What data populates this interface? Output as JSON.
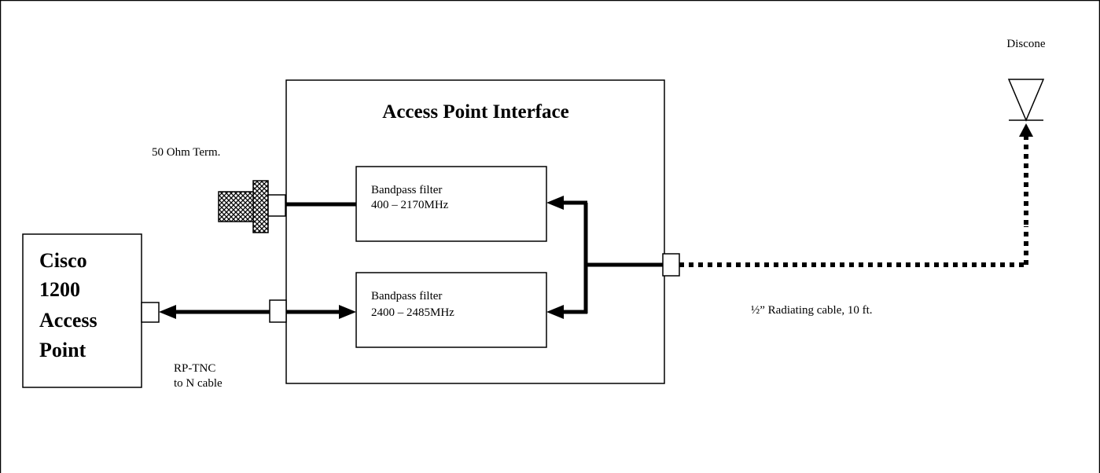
{
  "diagram": {
    "interface_title": "Access Point Interface",
    "filter_low": {
      "line1": "Bandpass filter",
      "line2": "400 – 2170MHz"
    },
    "filter_high": {
      "line1": "Bandpass filter",
      "line2": "2400 – 2485MHz"
    },
    "termination_label": "50 Ohm Term.",
    "access_point": {
      "line1": "Cisco",
      "line2": "1200",
      "line3": "Access",
      "line4": "Point"
    },
    "cable_label": {
      "line1": "RP-TNC",
      "line2": "to N cable"
    },
    "radiating_cable_label": "½” Radiating cable, 10 ft.",
    "antenna_label": "Discone"
  }
}
